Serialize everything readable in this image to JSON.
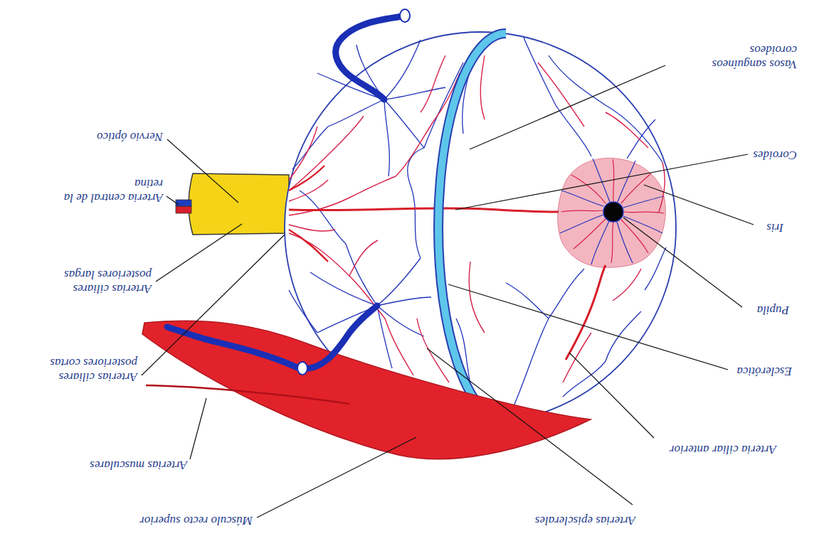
{
  "diagram": {
    "labels": [
      "Vasos sanguíneos coroideos",
      "Coroides",
      "Iris",
      "Pupila",
      "Esclerótica",
      "Arteria ciliar anterior",
      "Arterias episclerales",
      "Músculo recto superior",
      "Arterias musculares",
      "Arterias ciliares posteriores cortas",
      "Arterias ciliares posteriores largas",
      "Arteria central de la retina",
      "Nervio óptico"
    ]
  }
}
